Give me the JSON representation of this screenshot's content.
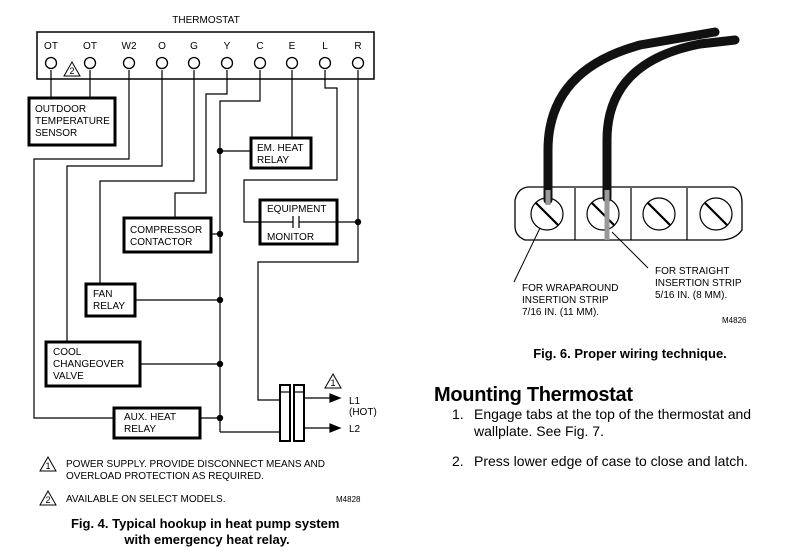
{
  "fig4": {
    "thermostat_label": "THERMOSTAT",
    "terminals": [
      "OT",
      "OT",
      "W2",
      "O",
      "G",
      "Y",
      "C",
      "E",
      "L",
      "R"
    ],
    "models_marker": "2",
    "boxes": {
      "outdoor_sensor": [
        "OUTDOOR",
        "TEMPERATURE",
        "SENSOR"
      ],
      "em_heat_relay": [
        "EM. HEAT",
        "RELAY"
      ],
      "equipment_monitor_top": "EQUIPMENT",
      "equipment_monitor_bottom": "MONITOR",
      "compressor_contactor": [
        "COMPRESSOR",
        "CONTACTOR"
      ],
      "fan_relay": [
        "FAN",
        "RELAY"
      ],
      "cool_changeover_valve": [
        "COOL",
        "CHANGEOVER",
        "VALVE"
      ],
      "aux_heat_relay": [
        "AUX. HEAT",
        "RELAY"
      ]
    },
    "power": {
      "marker": "1",
      "l1": "L1",
      "hot": "(HOT)",
      "l2": "L2"
    },
    "notes": [
      {
        "marker": "1",
        "lines": [
          "POWER SUPPLY.  PROVIDE DISCONNECT MEANS AND",
          "OVERLOAD PROTECTION AS REQUIRED."
        ]
      },
      {
        "marker": "2",
        "lines": [
          "AVAILABLE ON SELECT MODELS."
        ]
      }
    ],
    "code": "M4828",
    "caption": [
      "Fig. 4. Typical hookup in heat pump system",
      "with emergency heat relay."
    ]
  },
  "fig6": {
    "label_left": [
      "FOR WRAPAROUND",
      "INSERTION STRIP",
      "7/16 IN. (11 MM)."
    ],
    "label_right": [
      "FOR STRAIGHT",
      "INSERTION STRIP",
      "5/16 IN. (8 MM)."
    ],
    "code": "M4826",
    "caption": "Fig. 6. Proper wiring technique."
  },
  "mounting": {
    "heading": "Mounting Thermostat",
    "steps": [
      {
        "num": "1.",
        "text": "Engage tabs at the top of the thermostat and wallplate. See Fig. 7."
      },
      {
        "num": "2.",
        "text": "Press lower edge of case to close and latch."
      }
    ]
  }
}
